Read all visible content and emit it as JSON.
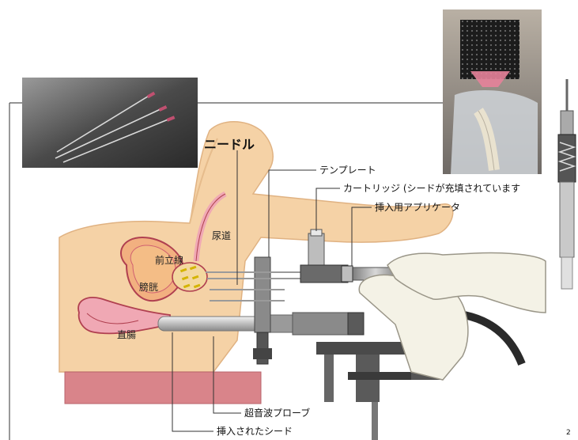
{
  "labels": {
    "needle": "ニードル",
    "template": "テンプレート",
    "cartridge": "カートリッジ (シードが充填されています",
    "applicator": "挿入用アプリケータ",
    "urethra": "尿道",
    "prostate": "前立線",
    "bladder": "膀胱",
    "rectum": "直腸",
    "us_probe": "超音波プローブ",
    "seeds": "挿入されたシード",
    "page_number": "2"
  },
  "colors": {
    "skin": "#f5d2a6",
    "skin_dark": "#e8b885",
    "organ_pink": "#f0a8b4",
    "organ_outline": "#b04050",
    "table": "#d9848a",
    "metal": "#8a8a8a",
    "dark_metal": "#4a4a4a",
    "glove": "#f4f2e6"
  },
  "photos": {
    "needles_photo": "needles-photo",
    "template_photo": "template-photo",
    "applicator_photo": "applicator-photo"
  }
}
